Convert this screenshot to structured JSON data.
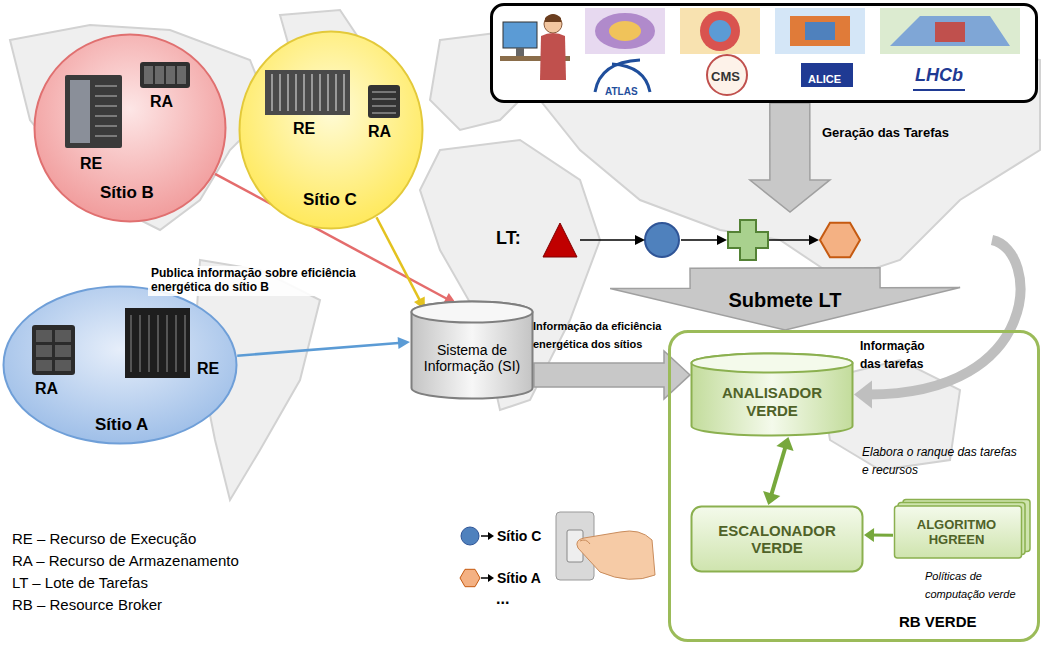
{
  "diagram": {
    "nodes": [
      {
        "text": [
          "RA",
          "RE",
          "Sítio B"
        ]
      },
      {
        "text": [
          "RE",
          "RA",
          "Sítio C"
        ]
      },
      {
        "text": [
          "ATLAS",
          "CMS",
          "ALICE",
          "LHCb"
        ]
      },
      {
        "text": [
          "LT:"
        ]
      },
      {
        "text": [
          "RA",
          "RE",
          "Sítio A"
        ]
      },
      {
        "text": [
          "Sistema de Informação (SI)"
        ]
      },
      {
        "text": [
          "RB VERDE"
        ]
      },
      {
        "text": [
          "ANALISADOR VERDE"
        ],
        "in": 6
      },
      {
        "text": [
          "ESCALONADOR VERDE"
        ],
        "in": 6
      },
      {
        "text": [
          "ALGORITMO HGREEN"
        ],
        "in": 6
      }
    ],
    "edges": [
      {
        "from": 2,
        "to": 3,
        "arrow": "to",
        "label": "Geração das Tarefas"
      },
      {
        "from": 0,
        "to": 5,
        "arrow": "to",
        "label": "Publica informação sobre eficiência energética do sítio B"
      },
      {
        "from": 1,
        "to": 5,
        "arrow": "to"
      },
      {
        "from": 4,
        "to": 5,
        "arrow": "to"
      },
      {
        "from": 5,
        "to": 7,
        "arrow": "to",
        "label": "Informação da eficiência energética dos sítios"
      },
      {
        "from": 3,
        "to": 6,
        "arrow": "to",
        "label": "Submete LT"
      },
      {
        "from": 3,
        "to": 7,
        "arrow": "to",
        "label": "Informação das tarefas"
      },
      {
        "from": 7,
        "to": 8,
        "arrow": "both"
      },
      {
        "from": 9,
        "to": 8,
        "arrow": "to"
      }
    ],
    "labels": [
      "Elabora o ranque das tarefas e recursos",
      "Políticas de computação verde",
      "Sítio C",
      "Sítio A",
      "...",
      "RE – Recurso de Execução",
      "RA – Recurso de Armazenamento",
      "LT – Lote de Tarefas",
      "RB – Resource Broker"
    ]
  }
}
